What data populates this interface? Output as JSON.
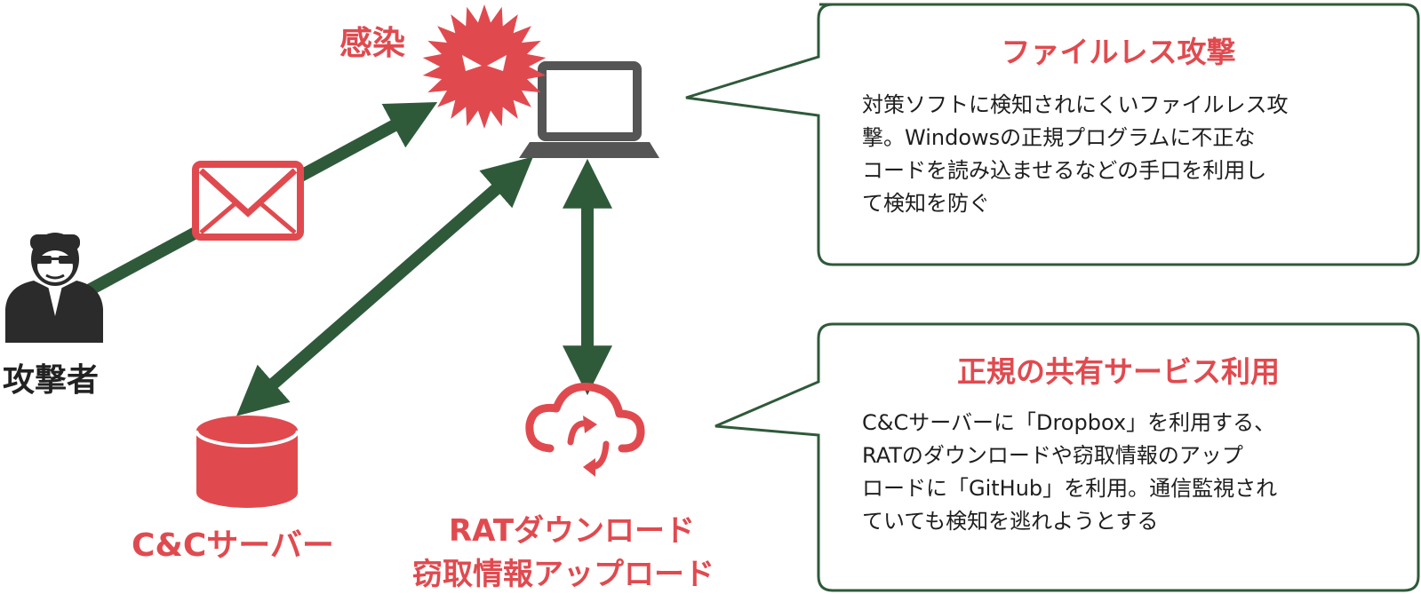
{
  "colors": {
    "accent_red": "#e04a4f",
    "arrow_green": "#2f5a3a",
    "bubble_border": "#2f5a3a",
    "icon_dark": "#2b2b2b"
  },
  "nodes": {
    "infection_label": "感染",
    "attacker_label": "攻撃者",
    "cc_server_label": "C&Cサーバー",
    "rat_label_line1": "RATダウンロード",
    "rat_label_line2": "窃取情報アップロード"
  },
  "icons": [
    "virus-icon",
    "laptop-icon",
    "envelope-icon",
    "hacker-icon",
    "database-icon",
    "cloud-sync-icon"
  ],
  "bubbles": {
    "fileless": {
      "title": "ファイルレス攻撃",
      "lines": [
        "対策ソフトに検知されにくいファイルレス攻",
        "撃。Windowsの正規プログラムに不正な",
        "コードを読み込ませるなどの手口を利用し",
        "て検知を防ぐ"
      ]
    },
    "legit_service": {
      "title": "正規の共有サービス利用",
      "lines": [
        "C&Cサーバーに「Dropbox」を利用する、",
        "RATのダウンロードや窃取情報のアップ",
        "ロードに「GitHub」を利用。通信監視され",
        "ていても検知を逃れようとする"
      ]
    }
  }
}
